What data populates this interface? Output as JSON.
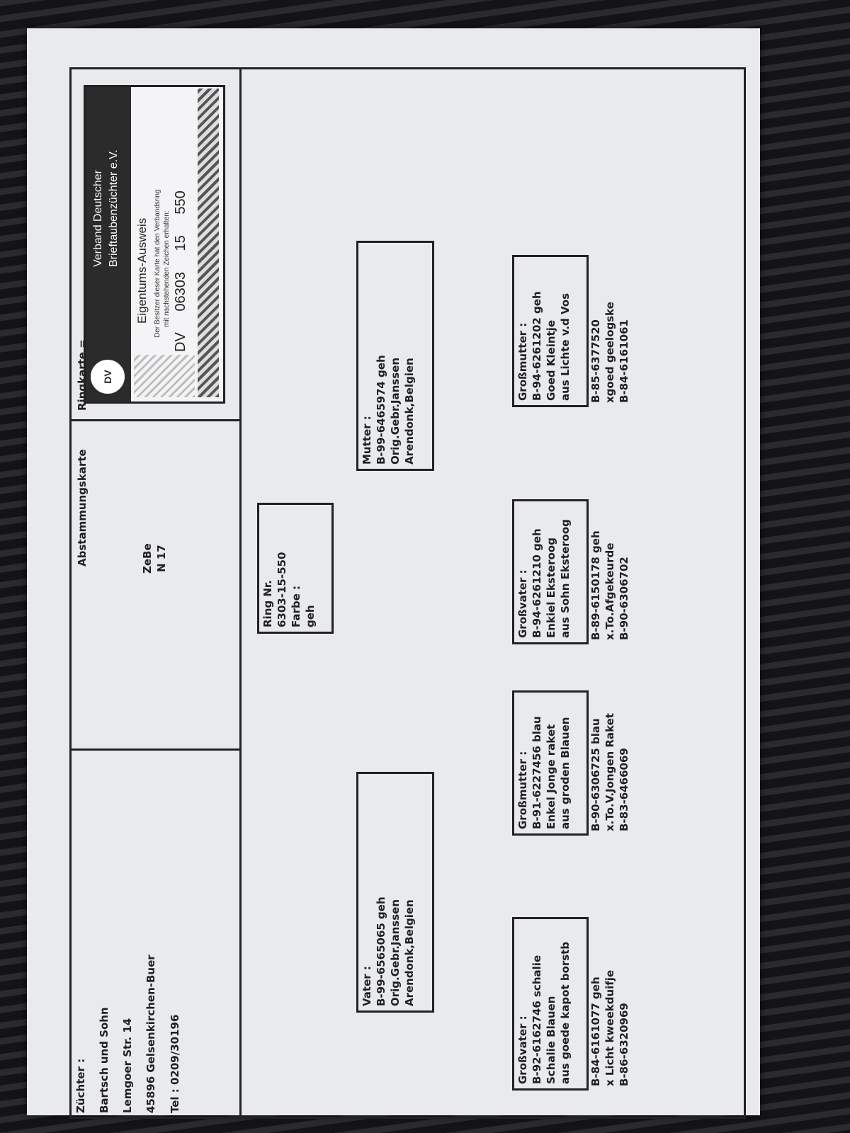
{
  "breeder": {
    "label": "Züchter :",
    "name": "Bartsch und Sohn",
    "street": "Lemgoer Str. 14",
    "city": "45896  Gelsenkirchen-Buer",
    "tel": "Tel :  0209/30196"
  },
  "header": {
    "title": "Abstammungskarte",
    "name_line1": "ZeBe",
    "name_line2": "N 17",
    "ringkarte": "Ringkarte ="
  },
  "owner_card": {
    "org_line1": "Verband Deutscher",
    "org_line2": "Brieftaubenzüchter e.V.",
    "logo_text": "DV",
    "title": "Eigentums-Ausweis",
    "sub_line1": "Der Besitzer dieser Karte hat den Verbandsring",
    "sub_line2": "mit nachstehenden Zeichen erhalten:",
    "ring_prefix": "DV",
    "ring_club": "06303",
    "ring_year": "15",
    "ring_number": "550"
  },
  "bird": {
    "line1": "Ring Nr.",
    "line2": "6303-15-550",
    "line3": "Farbe :",
    "line4": "geh"
  },
  "father": {
    "line1": "Vater :",
    "line2": "B-99-6565065 geh",
    "line3": "Orig.Gebr.Janssen",
    "line4": "Arendonk,Belgien"
  },
  "mother": {
    "line1": "Mutter :",
    "line2": "B-99-6465974 geh",
    "line3": "Orig.Gebr.Janssen",
    "line4": "Arendonk,Belgien"
  },
  "paternal_grandfather": {
    "line1": "Großvater :",
    "line2": "B-92-6162746 schalie",
    "line3": "Schalie Blauen",
    "line4": "aus goede kapot borstb",
    "line5": "B-84-6161077 geh",
    "line6": "x Licht kweekduifje",
    "line7": "B-86-6320969"
  },
  "paternal_grandmother": {
    "line1": "Großmutter :",
    "line2": "B-91-6227456 blau",
    "line3": "Enkel Jonge raket",
    "line4": "aus groden Blauen",
    "line5": "B-90-6306725 blau",
    "line6": "x.To.V.Jongen Raket",
    "line7": "B-83-6466069"
  },
  "maternal_grandfather": {
    "line1": "Großvater :",
    "line2": "B-94-6261210 geh",
    "line3": "Enkiel Eksteroog",
    "line4": "aus Sohn Eksteroog",
    "line5": "B-89-6150178 geh",
    "line6": "x.To.Afgekeurde",
    "line7": "B-90-6306702"
  },
  "maternal_grandmother": {
    "line1": "Großmutter :",
    "line2": "B-94-6261202 geh",
    "line3": "Goed Kleintje",
    "line4": "aus Lichte v.d Vos",
    "line5": "B-85-6377520",
    "line6": "xgoed geelogske",
    "line7": "B-84-6161061"
  }
}
